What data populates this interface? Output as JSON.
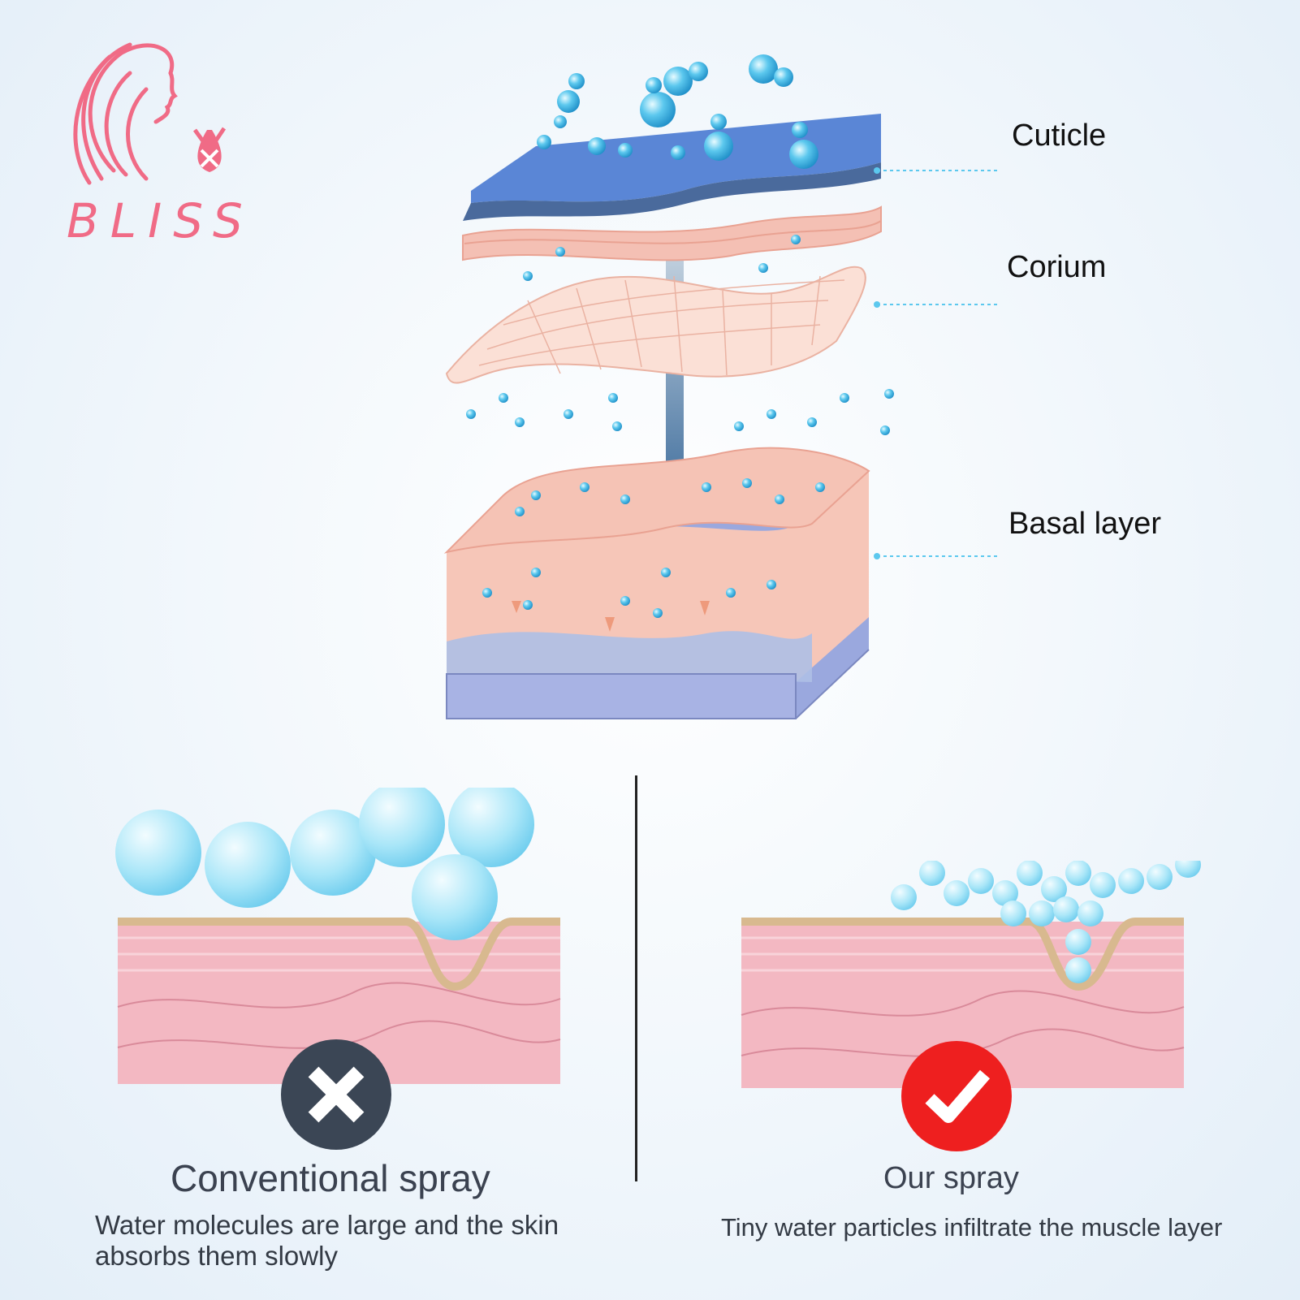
{
  "brand": {
    "name": "BLISS",
    "icon": "woman-profile-logo"
  },
  "layers": {
    "cuticle": "Cuticle",
    "corium": "Corium",
    "basal": "Basal layer"
  },
  "comparison": {
    "conventional": {
      "title": "Conventional spray",
      "description_line1": "Water molecules are large and the skin",
      "description_line2": "absorbs them slowly",
      "mark_icon": "x-mark-icon",
      "mark_color": "#3b4655"
    },
    "ours": {
      "title": "Our spray",
      "description": "Tiny water particles infiltrate the muscle layer",
      "mark_icon": "check-mark-icon",
      "mark_color": "#ee1f1f"
    }
  },
  "colors": {
    "brand_pink": "#f06b86",
    "water_blue": "#5cc8ee",
    "skin_pink": "#f4c0b4",
    "cuticle_blue": "#5a86d6"
  }
}
